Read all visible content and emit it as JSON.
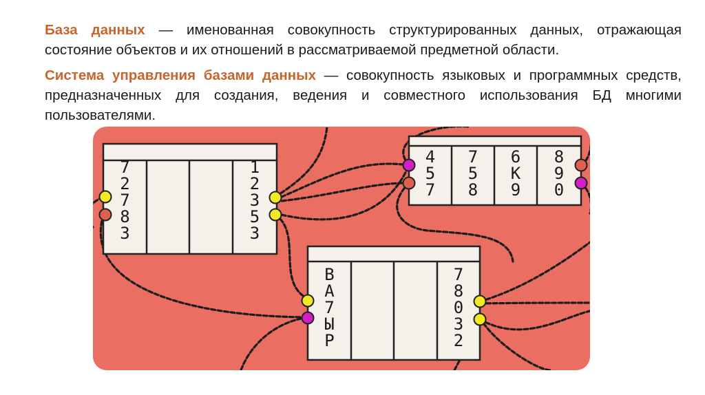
{
  "definitions": [
    {
      "term": "База данных",
      "text": " — именованная совокупность структурированных данных, отражающая состояние объектов и их отношений в рассматриваемой предметной области."
    },
    {
      "term": "Система управления базами данных",
      "text": " — совокупность языковых и программных средств, предназначенных для создания, ведения и совместного использования БД многими пользователями."
    }
  ],
  "illustration": {
    "colors": {
      "background": "#ea6e62",
      "table_fill": "#f4f0ea",
      "border": "#222222",
      "connector_yellow": "#f2e824",
      "connector_magenta": "#d21fc6",
      "connector_red": "#e0604f"
    },
    "tables": [
      {
        "name": "left-table",
        "columns": [
          [
            "7",
            "2",
            "7",
            "8",
            "3"
          ],
          [],
          [],
          [
            "1",
            "2",
            "3",
            "5",
            "3"
          ]
        ]
      },
      {
        "name": "top-right-table",
        "columns": [
          [
            "4",
            "5",
            "7"
          ],
          [
            "7",
            "5",
            "8"
          ],
          [
            "6",
            "К",
            "9"
          ],
          [
            "8",
            "9",
            "0"
          ]
        ]
      },
      {
        "name": "bottom-table",
        "columns": [
          [
            "В",
            "А",
            "7",
            "Ы",
            "Р"
          ],
          [],
          [],
          [
            "7",
            "8",
            "0",
            "3",
            "2"
          ]
        ]
      }
    ]
  }
}
